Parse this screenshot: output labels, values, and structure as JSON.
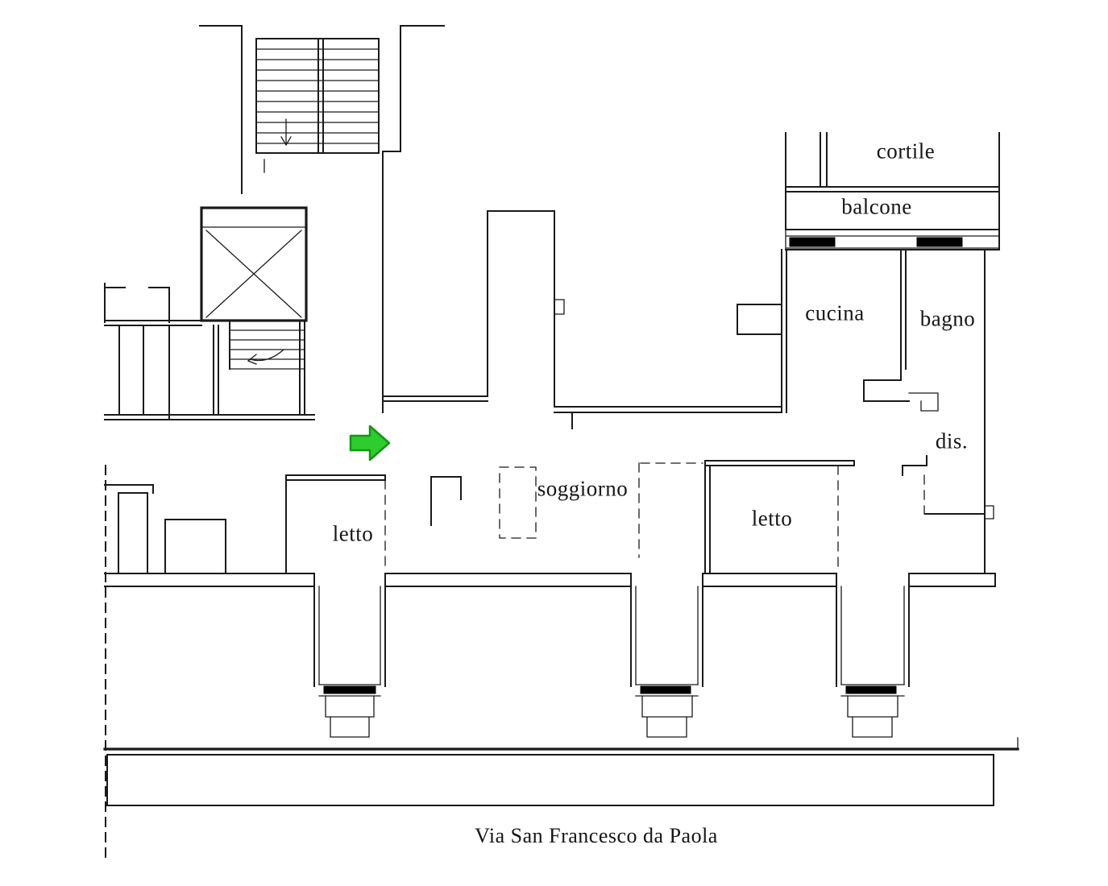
{
  "floorplan": {
    "rooms": {
      "cortile": "cortile",
      "balcone": "balcone",
      "cucina": "cucina",
      "bagno": "bagno",
      "dis": "dis.",
      "soggiorno": "soggiorno",
      "letto_left": "letto",
      "letto_right": "letto"
    },
    "street": "Via San Francesco da Paola",
    "marker": {
      "color": "#2ecc2e",
      "shape": "arrow-right"
    },
    "colors": {
      "line": "#1a1a1a",
      "window_fill": "#000000",
      "background": "#ffffff"
    }
  }
}
